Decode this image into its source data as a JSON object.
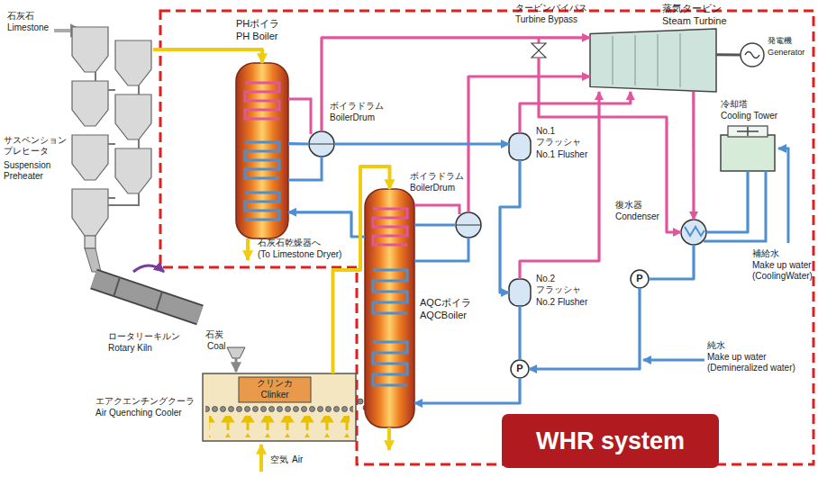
{
  "diagram": {
    "nodes": [
      {
        "text": [
          "サスペンション プレヒータ",
          "Suspension Preheater"
        ]
      },
      {
        "text": [
          "PHボイラ",
          "PH Boiler"
        ]
      },
      {
        "text": [
          "ボイラドラム",
          "BoilerDrum"
        ]
      },
      {
        "text": [
          "ロータリーキルン",
          "Rotary Kiln"
        ]
      },
      {
        "text": [
          "エアクエンチングクーラ",
          "Air Quenching Cooler"
        ]
      },
      {
        "text": [
          "クリンカ",
          "Clinker"
        ],
        "in": 4
      },
      {
        "text": [
          "AQCボイラ",
          "AQCBoiler"
        ]
      },
      {
        "text": [
          "ボイラドラム",
          "BoilerDrum"
        ]
      },
      {
        "text": [
          "蒸気タービン",
          "Steam Turbine"
        ]
      },
      {
        "text": [
          "発電機",
          "Generator"
        ]
      },
      {
        "text": [
          "タービンバイパス",
          "Turbine Bypass"
        ]
      },
      {
        "text": [
          "No.1 フラッシャ",
          "No.1 Flusher"
        ]
      },
      {
        "text": [
          "No.2 フラッシャ",
          "No.2 Flusher"
        ]
      },
      {
        "text": [
          "復水器",
          "Condenser"
        ]
      },
      {
        "text": [
          "冷却塔",
          "Cooling Tower"
        ]
      },
      {
        "text": [
          "P"
        ]
      },
      {
        "text": [
          "P"
        ]
      },
      {
        "text": [
          "WHR system"
        ]
      }
    ],
    "edges": [
      {
        "from": 2,
        "to": 8,
        "arrow": "to"
      },
      {
        "from": 7,
        "to": 8,
        "arrow": "to"
      },
      {
        "from": 11,
        "to": 8,
        "arrow": "to"
      },
      {
        "from": 12,
        "to": 8,
        "arrow": "to"
      },
      {
        "from": 10,
        "to": 13,
        "arrow": "to"
      },
      {
        "from": 8,
        "to": 13,
        "arrow": "to"
      },
      {
        "from": 8,
        "to": 9,
        "arrow": "none"
      },
      {
        "from": 13,
        "to": 14,
        "arrow": "none"
      },
      {
        "from": 13,
        "to": 15,
        "arrow": "none"
      },
      {
        "from": 15,
        "to": 16,
        "arrow": "to"
      },
      {
        "from": 2,
        "to": 11,
        "arrow": "to"
      },
      {
        "from": 11,
        "to": 12,
        "arrow": "to"
      },
      {
        "from": 12,
        "to": 16,
        "arrow": "none"
      },
      {
        "from": 16,
        "to": 6,
        "arrow": "to"
      },
      {
        "from": 6,
        "to": 1,
        "arrow": "to"
      },
      {
        "from": 0,
        "to": 1,
        "arrow": "to"
      },
      {
        "from": 4,
        "to": 6,
        "arrow": "to"
      },
      {
        "from": 1,
        "to": 2,
        "arrow": "none"
      },
      {
        "from": 6,
        "to": 7,
        "arrow": "none"
      }
    ],
    "labels": [
      "石灰石",
      "Limestone",
      "石灰石乾燥器へ",
      "(To Limestone Dryer)",
      "石炭",
      "Coal",
      "空気",
      "Air",
      "補給水",
      "Make up water (CoolingWater)",
      "純水",
      "Make up water (Demineralized water)"
    ]
  }
}
